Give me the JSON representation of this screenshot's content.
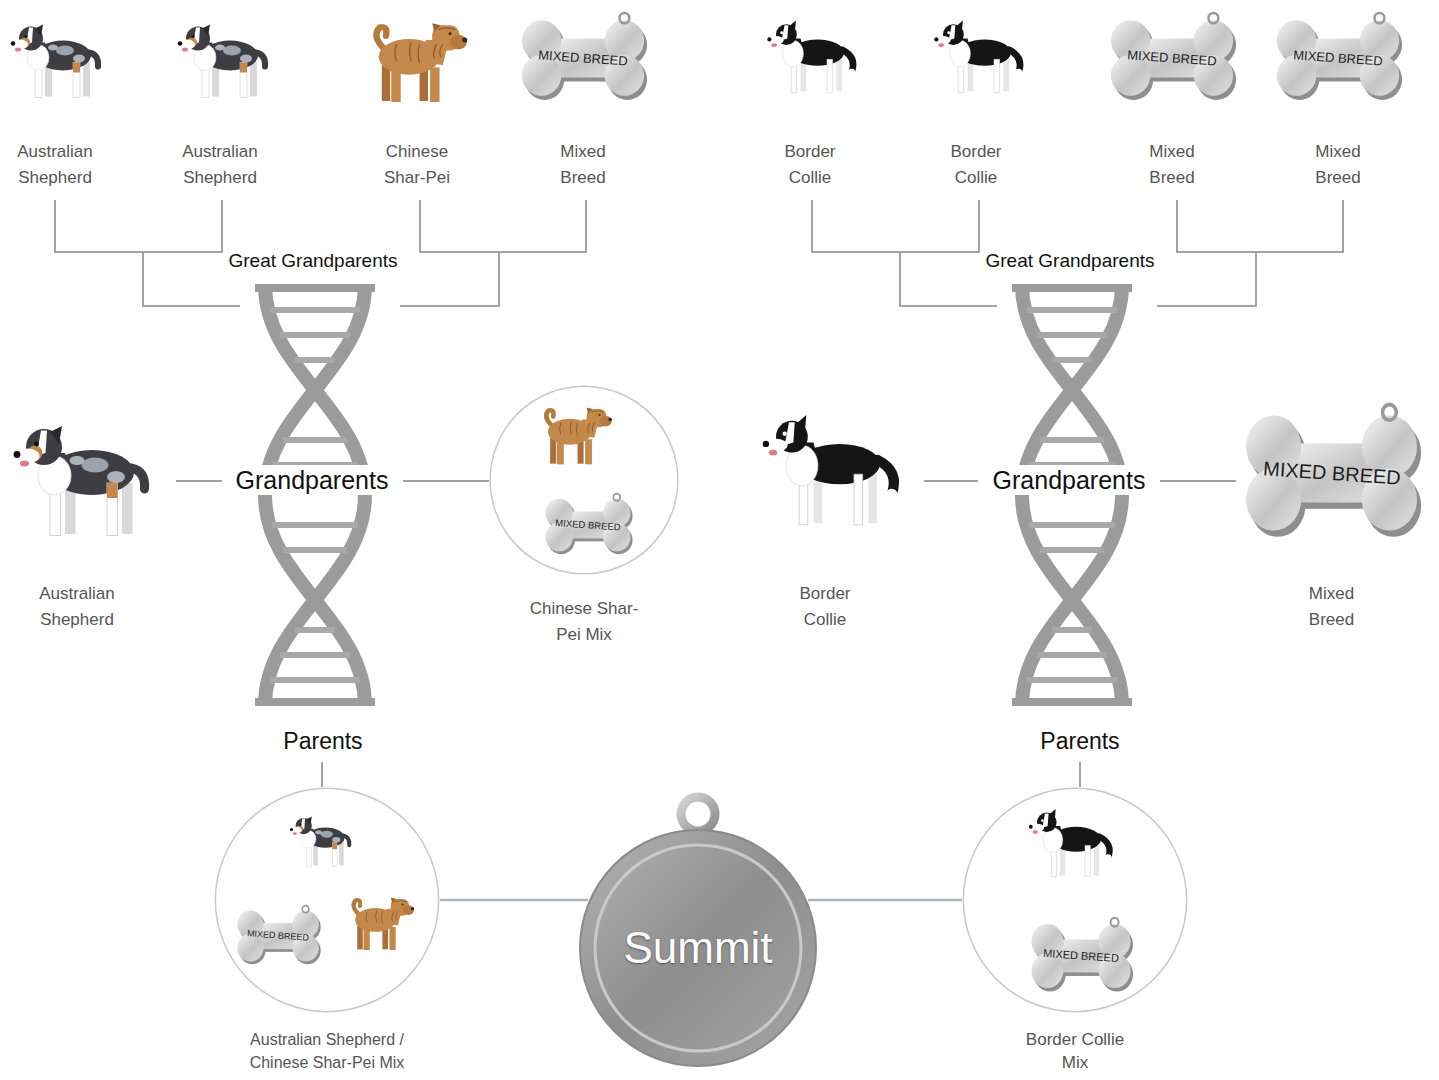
{
  "diagram": {
    "nodes": [
      {
        "text": [
          "MIXED BREED",
          "Mixed Breed"
        ]
      },
      {
        "text": [
          "MIXED BREED",
          "Mixed Breed"
        ]
      },
      {
        "text": [
          "MIXED BREED",
          "Mixed Breed"
        ]
      },
      {
        "text": [
          "Chinese Shar-Pei Mix"
        ]
      },
      {
        "text": [
          "MIXED BREED"
        ],
        "in": 3
      },
      {
        "text": [
          "MIXED BREED",
          "Mixed Breed"
        ]
      },
      {
        "text": [
          "Australian Shepherd / Chinese Shar-Pei Mix"
        ]
      },
      {
        "text": [
          "MIXED BREED"
        ],
        "in": 6
      },
      {
        "text": [
          "Summit"
        ]
      },
      {
        "text": [
          "Border Collie Mix"
        ]
      },
      {
        "text": [
          "MIXED BREED"
        ],
        "in": 9
      }
    ],
    "edges": [
      {
        "from": 6,
        "to": 8,
        "arrow": "none"
      },
      {
        "from": 8,
        "to": 9,
        "arrow": "none"
      }
    ],
    "labels": [
      "Australian Shepherd",
      "Australian Shepherd",
      "Chinese Shar-Pei",
      "Border Collie",
      "Border Collie",
      "Great Grandparents",
      "Great Grandparents",
      "Australian Shepherd",
      "Grandparents",
      "Border Collie",
      "Grandparents",
      "Parents",
      "Parents"
    ]
  }
}
